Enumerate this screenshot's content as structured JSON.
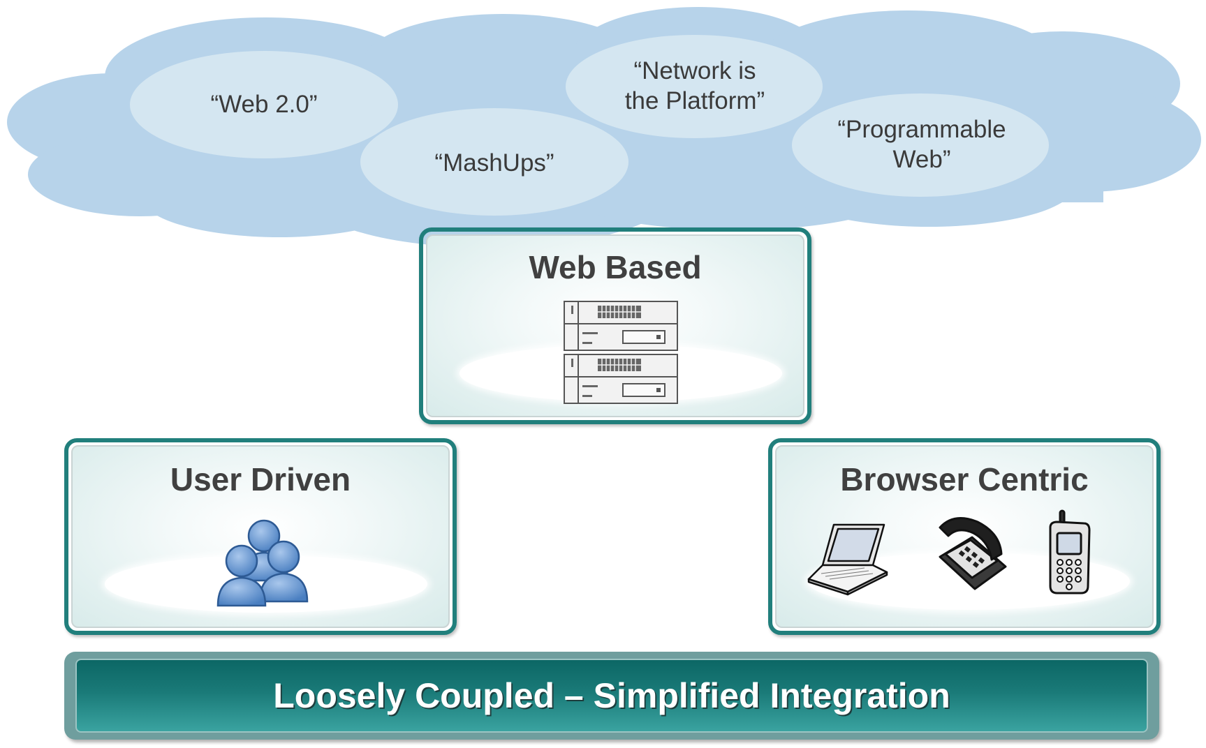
{
  "cloud": {
    "bubbles": [
      {
        "id": "web20",
        "text": "“Web 2.0”"
      },
      {
        "id": "mashups",
        "text": "“MashUps”"
      },
      {
        "id": "network_line1",
        "text": "“Network is"
      },
      {
        "id": "network_line2",
        "text": "the Platform”"
      },
      {
        "id": "programmable_line1",
        "text": "“Programmable"
      },
      {
        "id": "programmable_line2",
        "text": "Web”"
      }
    ]
  },
  "cards": {
    "web_based": {
      "title": "Web Based",
      "icon": "server-rack-icon"
    },
    "user_driven": {
      "title": "User Driven",
      "icon": "users-group-icon"
    },
    "browser_centric": {
      "title": "Browser Centric",
      "icons": [
        "laptop-icon",
        "desk-phone-icon",
        "mobile-phone-icon"
      ]
    }
  },
  "base": {
    "text": "Loosely Coupled – Simplified Integration"
  },
  "colors": {
    "cloud": "#b7d3ea",
    "bubble": "#d4e6f1",
    "card_border": "#217f7c",
    "base_bar_dark": "#0c6765",
    "base_bar_light": "#3aa3a0",
    "title_text": "#404040"
  }
}
